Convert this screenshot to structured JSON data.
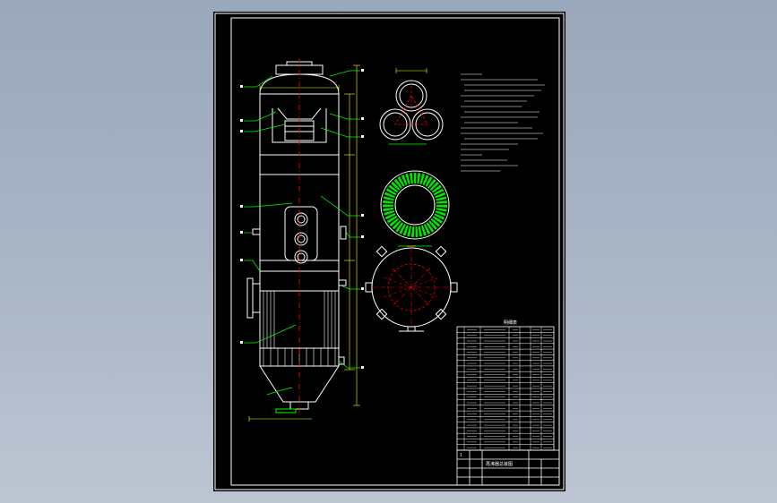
{
  "colors": {
    "background_gradient_top": "#9aa8bb",
    "sheet": "#000000",
    "frame": "#ffffff",
    "outline": "#ffffff",
    "dimension": "#ffff00",
    "leader": "#00ff00",
    "centerline": "#ff0000",
    "packing": "#00ff00"
  },
  "table": {
    "header": "明细表",
    "rows": 22
  },
  "title_block": {
    "row1_left": "1",
    "row1_main": "再沸器总装图",
    "row2_left": "",
    "row2_main": "",
    "scale": ""
  },
  "views": {
    "section_a_label": "",
    "section_b_label": "",
    "plan_label": ""
  }
}
